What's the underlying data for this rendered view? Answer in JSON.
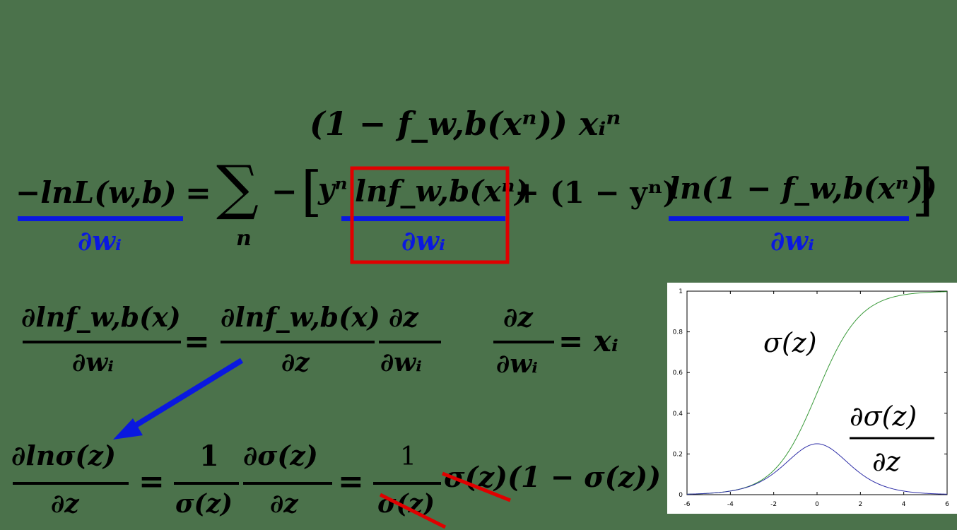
{
  "equations": {
    "top_numerator": "(1 − f_w,b(xⁿ)) xᵢⁿ",
    "lhs_numerator": "−lnL(w,b)",
    "lhs_denominator": "∂wᵢ",
    "equals": "=",
    "sum_symbol": "∑",
    "sum_index": "n",
    "term_minus": "−",
    "bracket_open": "[",
    "yn": "yⁿ",
    "term1_numerator": "lnf_w,b(xⁿ)",
    "term1_denominator": "∂wᵢ",
    "plus_one_minus_yn": "+ (1 − yⁿ)",
    "term2_numerator": "ln(1 − f_w,b(xⁿ))",
    "bracket_close": "]",
    "term2_denominator": "∂wᵢ",
    "row2_lhs_numerator": "∂lnf_w,b(x)",
    "row2_lhs_denominator": "∂wᵢ",
    "row2_rhs1_numerator": "∂lnf_w,b(x)",
    "row2_rhs1_denominator": "∂z",
    "row2_rhs2_numerator": "∂z",
    "row2_rhs2_denominator": "∂wᵢ",
    "row2_side_numerator": "∂z",
    "row2_side_denominator": "∂wᵢ",
    "row2_side_result": "= xᵢ",
    "row3_lhs_numerator": "∂lnσ(z)",
    "row3_lhs_denominator": "∂z",
    "row3_f1_numerator": "1",
    "row3_f1_denominator": "σ(z)",
    "row3_f2_numerator": "∂σ(z)",
    "row3_f2_denominator": "∂z",
    "row3_f3_numerator": "1",
    "row3_f3_denominator": "σ(z)",
    "row3_tail": "σ(z)(1 − σ(z))"
  },
  "plot": {
    "sigma_label": "σ(z)",
    "deriv_label_numerator": "∂σ(z)",
    "deriv_label_denominator": "∂z"
  },
  "chart_data": {
    "type": "line",
    "title": "",
    "xlabel": "",
    "ylabel": "",
    "xlim": [
      -6,
      6
    ],
    "ylim": [
      0,
      1
    ],
    "x_ticks": [
      "-6",
      "-4",
      "-2",
      "0",
      "2",
      "4",
      "6"
    ],
    "y_ticks": [
      "0",
      "0.2",
      "0.4",
      "0.6",
      "0.8",
      "1"
    ],
    "series": [
      {
        "color": "#3a9a3a",
        "x": [
          -6,
          -5,
          -4,
          -3,
          -2,
          -1,
          0,
          1,
          2,
          3,
          4,
          5,
          6
        ],
        "y": [
          0.0025,
          0.0067,
          0.018,
          0.047,
          0.119,
          0.269,
          0.5,
          0.731,
          0.881,
          0.953,
          0.982,
          0.993,
          0.9975
        ]
      },
      {
        "color": "#3030a8",
        "x": [
          -6,
          -5,
          -4,
          -3,
          -2,
          -1,
          0,
          1,
          2,
          3,
          4,
          5,
          6
        ],
        "y": [
          0.0025,
          0.0066,
          0.0177,
          0.0452,
          0.105,
          0.197,
          0.25,
          0.197,
          0.105,
          0.0452,
          0.0177,
          0.0066,
          0.0025
        ]
      }
    ]
  },
  "colors": {
    "background": "#4b724b",
    "highlight_box": "#e00000",
    "arrow": "#0a18e0",
    "underline": "#0a18e0",
    "strike": "#e00000"
  }
}
